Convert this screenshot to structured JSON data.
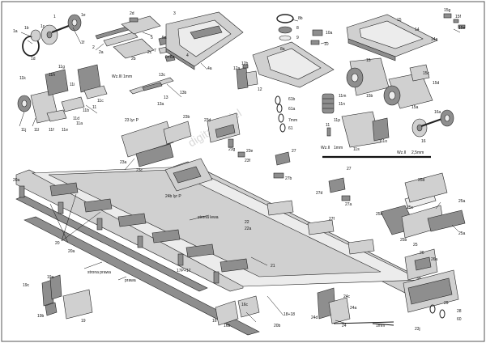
{
  "watermark": "digitalmodel",
  "notes": {
    "wz_ii_top": "Wz.III",
    "wz_ii_top_dim": "1mm",
    "wz_ii_mid": "Wz.II",
    "wz_ii_mid_dim": "1mm",
    "wz_ii_right": "Wz.II",
    "wz_ii_right_dim": "2,5mm",
    "dim_7mm": "7mm",
    "dim_1mm_bottom": "1mm",
    "side_left_a": "strona lewa",
    "side_right": "strona prawa",
    "side_right_b": "prawa",
    "part_23_left": "23 lyr P",
    "part_23d": "23d",
    "part_24b": "24b lyr P",
    "part_17": "17P+17"
  },
  "labels": [
    "1",
    "1a",
    "1b",
    "1c",
    "1d",
    "1e",
    "1f",
    "2",
    "2a",
    "2b",
    "2c",
    "2d",
    "3",
    "4",
    "4a",
    "5",
    "5a",
    "6",
    "6a",
    "7",
    "8",
    "8a",
    "8b",
    "9",
    "10",
    "10a",
    "11",
    "11a",
    "11b",
    "11c",
    "11d",
    "11e",
    "11f",
    "11g",
    "11h",
    "11i",
    "11j",
    "11k",
    "11l",
    "11m",
    "11n",
    "11o",
    "11p",
    "12",
    "12a",
    "12b",
    "13",
    "13a",
    "13b",
    "13c",
    "14",
    "14a",
    "15",
    "15a",
    "15b",
    "15c",
    "15d",
    "15e",
    "15f",
    "16",
    "16a",
    "16b",
    "16c",
    "17",
    "18",
    "18+18",
    "19",
    "19a",
    "19b",
    "19c",
    "20",
    "20a",
    "20b",
    "21",
    "22",
    "22a",
    "23",
    "23a",
    "23b",
    "23c",
    "23d",
    "23e",
    "23f",
    "24",
    "24a",
    "24b",
    "24c",
    "24d",
    "25",
    "25a",
    "25b",
    "25c",
    "25d",
    "26",
    "26a",
    "27",
    "27a",
    "27b",
    "27c",
    "27d",
    "27e",
    "27f",
    "28",
    "29",
    "60",
    "61",
    "61a",
    "61b"
  ]
}
